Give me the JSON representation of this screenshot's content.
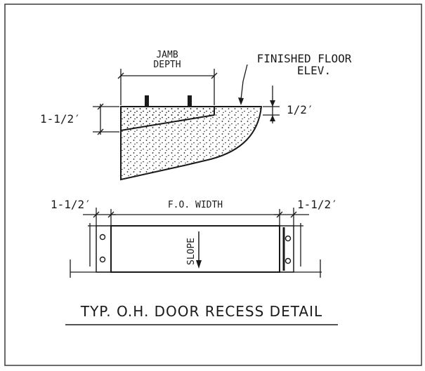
{
  "section": {
    "jamb_depth_line1": "JAMB",
    "jamb_depth_line2": "DEPTH",
    "finished_floor_line1": "FINISHED FLOOR",
    "finished_floor_line2": "ELEV.",
    "recess_depth": "1-1/2′",
    "lip_height": "1/2′"
  },
  "plan": {
    "left_offset": "1-1/2′",
    "fo_width": "F.O. WIDTH",
    "right_offset": "1-1/2′",
    "slope": "SLOPE"
  },
  "title": "TYP. O.H. DOOR RECESS DETAIL",
  "colors": {
    "ink": "#1a1a1a",
    "paper": "#ffffff",
    "border": "#3a3a3a"
  }
}
